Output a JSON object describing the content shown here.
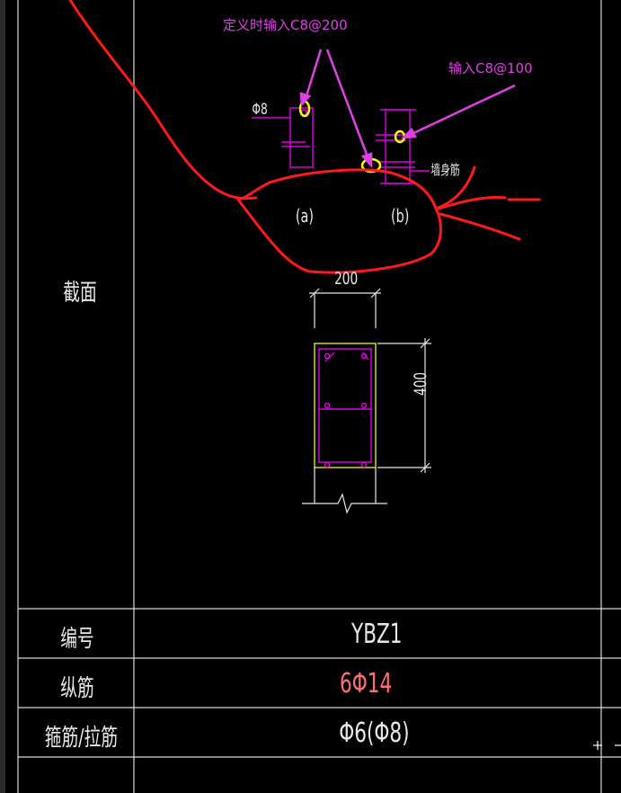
{
  "annotations": {
    "define_note": "定义时输入C8@200",
    "input_note": "输入C8@100"
  },
  "section_detail": {
    "bar_symbol_label": "Φ8",
    "wall_bar_label": "墙身筋",
    "label_a": "(a)",
    "label_b": "(b)"
  },
  "drawing": {
    "width_dim": "200",
    "height_dim": "400"
  },
  "table": {
    "section_header": "截面",
    "rows": [
      {
        "header": "编号",
        "value": "YBZ1"
      },
      {
        "header": "纵筋",
        "value": "6Φ14"
      },
      {
        "header": "箍筋/拉筋",
        "value": "Φ6(Φ8)"
      }
    ]
  },
  "colors": {
    "background": "#000000",
    "grid": "#e8e8e8",
    "rebar": "#e000e0",
    "column_outline": "#e8e800",
    "markup": "#ff1a1a",
    "highlight": "#ffff00",
    "longitudinal_text": "#ff7070"
  },
  "icons": [
    "cursor-crosshair-icon"
  ]
}
